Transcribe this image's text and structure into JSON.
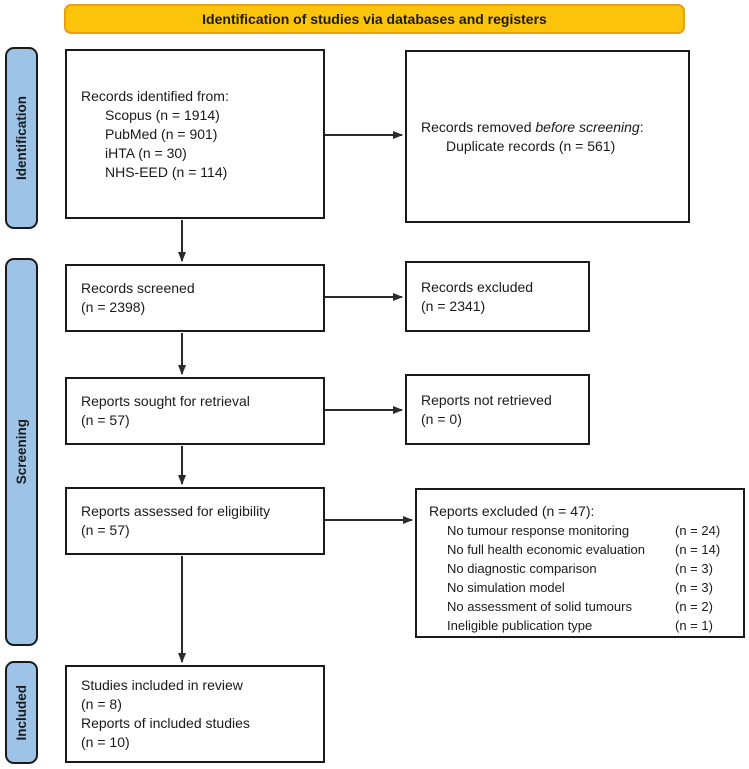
{
  "banner": {
    "label": "Identification of studies via databases and registers"
  },
  "colors": {
    "banner_fill": "#FCC30B",
    "banner_border": "#E9A014",
    "stage_fill": "#9DC3E6",
    "box_border": "#1A1A1A",
    "arrow": "#2B2B2B",
    "text": "#1A1A1A"
  },
  "stages": [
    {
      "label": "Identification"
    },
    {
      "label": "Screening"
    },
    {
      "label": "Included"
    }
  ],
  "boxes": {
    "records_identified": {
      "title": "Records identified from:",
      "items": [
        "Scopus (n = 1914)",
        "PubMed (n = 901)",
        "iHTA (n = 30)",
        "NHS-EED (n = 114)"
      ]
    },
    "records_removed": {
      "prefix": "Records removed ",
      "italic": "before screening",
      "suffix": ":",
      "detail": "Duplicate records (n = 561)"
    },
    "records_screened": {
      "line1": "Records screened",
      "line2": "(n = 2398)"
    },
    "records_excluded": {
      "line1": "Records excluded",
      "line2": "(n = 2341)"
    },
    "reports_sought": {
      "line1": "Reports sought for retrieval",
      "line2": "(n = 57)"
    },
    "reports_not_retrieved": {
      "line1": "Reports not retrieved",
      "line2": "(n = 0)"
    },
    "reports_assessed": {
      "line1": "Reports assessed for eligibility",
      "line2": "(n = 57)"
    },
    "reports_excluded": {
      "title": "Reports excluded (n = 47):",
      "reasons": [
        {
          "label": "No tumour response monitoring",
          "count": "(n = 24)"
        },
        {
          "label": "No full health economic evaluation",
          "count": "(n = 14)"
        },
        {
          "label": "No diagnostic comparison",
          "count": "(n = 3)"
        },
        {
          "label": "No simulation model",
          "count": "(n = 3)"
        },
        {
          "label": "No assessment of solid tumours",
          "count": "(n = 2)"
        },
        {
          "label": "Ineligible publication type",
          "count": "(n = 1)"
        }
      ]
    },
    "studies_included": {
      "lines": [
        "Studies included in review",
        "(n = 8)",
        "Reports of included studies",
        "(n = 10)"
      ]
    }
  }
}
